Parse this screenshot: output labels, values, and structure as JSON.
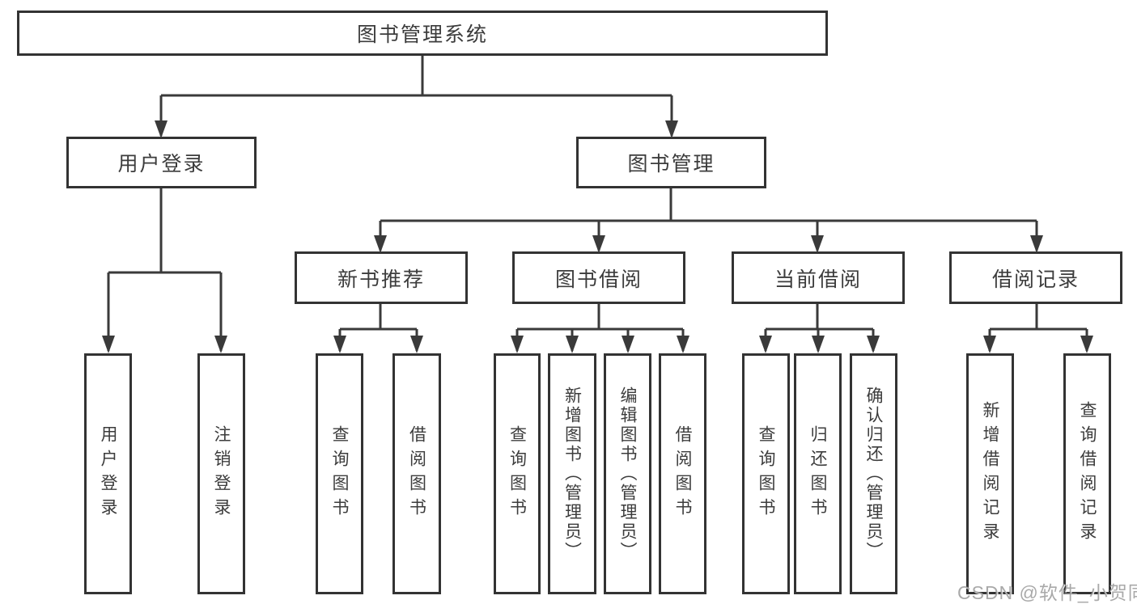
{
  "nodes": {
    "root": "图书管理系统",
    "user_login": "用户登录",
    "book_mgmt": "图书管理",
    "new_book_rec": "新书推荐",
    "book_borrow": "图书借阅",
    "current_borrow": "当前借阅",
    "borrow_record": "借阅记录",
    "leaf_user_login": "用户登录",
    "leaf_logout": "注销登录",
    "leaf_nb_query": "查询图书",
    "leaf_nb_borrow": "借阅图书",
    "leaf_bb_query": "查询图书",
    "leaf_bb_add": "新增图书（管理员）",
    "leaf_bb_edit": "编辑图书（管理员）",
    "leaf_bb_borrow": "借阅图书",
    "leaf_cb_query": "查询图书",
    "leaf_cb_return": "归还图书",
    "leaf_cb_confirm": "确认归还（管理员）",
    "leaf_br_add": "新增借阅记录",
    "leaf_br_query": "查询借阅记录"
  },
  "watermark": "CSDN @软件_小贺同学",
  "colors": {
    "line": "#3a3a3a",
    "border": "#333333",
    "text": "#3c3c3c",
    "background": "#ffffff"
  }
}
